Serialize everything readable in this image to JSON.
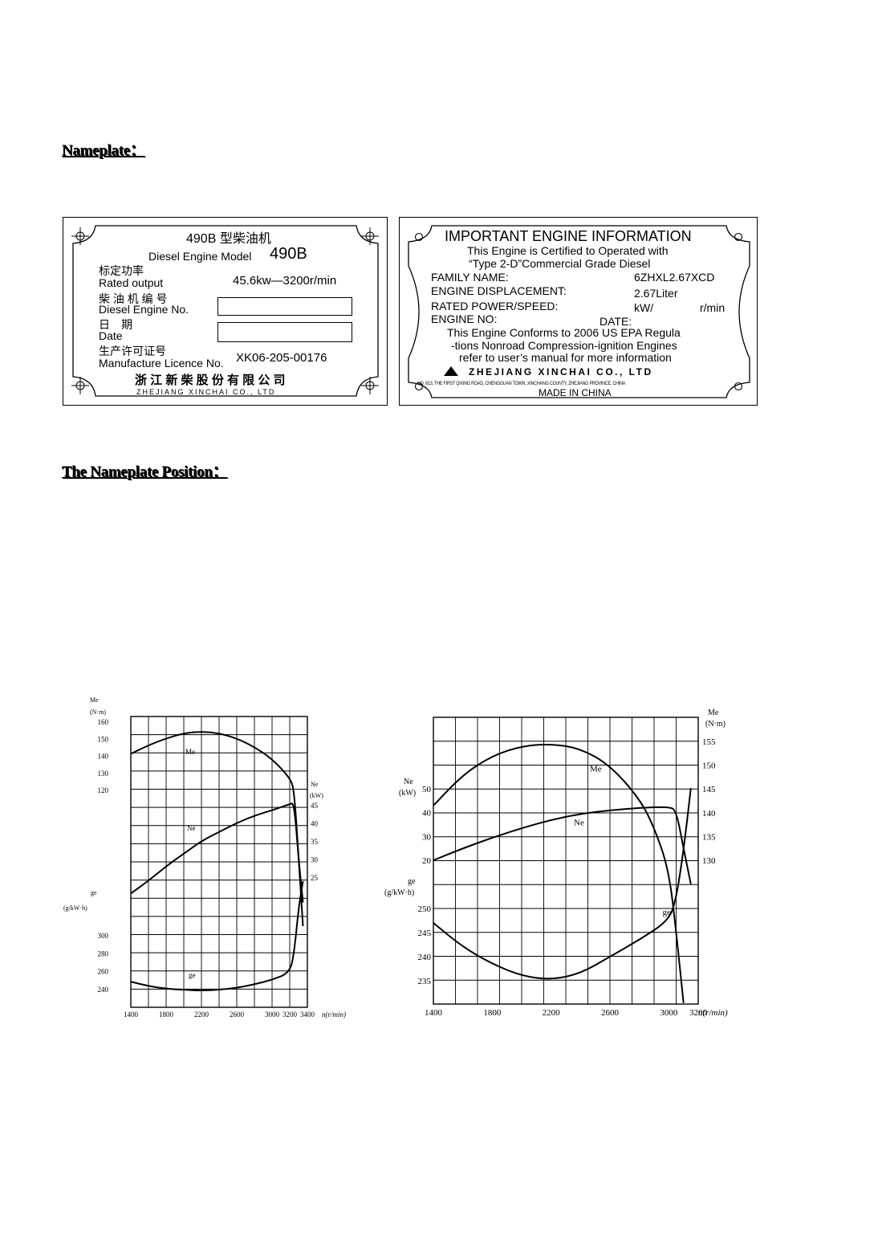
{
  "headings": {
    "nameplate": "Nameplate：",
    "position": "The Nameplate Position："
  },
  "plate_left": {
    "title_cn": "490B 型柴油机",
    "model_label": "Diesel Engine Model",
    "model_value": "490B",
    "rated_cn": "标定功率",
    "rated_label": "Rated output",
    "rated_value": "45.6kw—3200r/min",
    "engine_no_cn": "柴 油 机 编 号",
    "engine_no_label": "Diesel Engine No.",
    "date_cn": "日　期",
    "date_label": "Date",
    "licence_cn": "生产许可证号",
    "licence_label": "Manufacture Licence  No.",
    "licence_value": "XK06-205-00176",
    "company_cn": "浙 江 新 柴 股 份 有 限 公 司",
    "company_en": "ZHEJIANG  XINCHAI  CO.,  LTD"
  },
  "plate_right": {
    "title": "IMPORTANT ENGINE INFORMATION",
    "line1": "This Engine is Certified to Operated with",
    "line2": "“Type 2-D”Commercial Grade Diesel",
    "family_label": "FAMILY  NAME:",
    "family_value": "6ZHXL2.67XCD",
    "disp_label": "ENGINE  DISPLACEMENT:",
    "disp_value": "2.67Liter",
    "power_label": "RATED POWER/SPEED:",
    "power_unit1": "kW/",
    "power_unit2": "r/min",
    "engine_no_label": "ENGINE NO:",
    "date_label": "DATE:",
    "epa1": "This Engine Conforms to 2006 US EPA Regula",
    "epa2": "-tions Nonroad Compression-ignition Engines",
    "epa3": "refer to user’s manual for more information",
    "company": "ZHEJIANG  XINCHAI  CO., LTD",
    "address": "NO. 613, THE FIRST QIXING ROAD, CHENGGUAN TOWN, XINCHANG COUNTY, ZHEJIANG PROVINCE, CHINA",
    "made_in": "MADE IN CHINA"
  },
  "chart_data": [
    {
      "type": "line",
      "x_label": "n(r/min)",
      "x_ticks": [
        1400,
        1800,
        2200,
        2600,
        3000,
        3200,
        3400
      ],
      "xlim": [
        1400,
        3400
      ],
      "axes": {
        "torque": {
          "label": "Me",
          "unit": "(N·m)",
          "ticks": [
            120,
            130,
            140,
            150,
            160
          ]
        },
        "power": {
          "label": "Ne",
          "unit": "(kW)",
          "ticks": [
            25,
            30,
            35,
            40,
            45
          ]
        },
        "fuel": {
          "label": "ge",
          "unit": "(g/kW·h)",
          "ticks": [
            240,
            260,
            280,
            300
          ]
        }
      },
      "series": [
        {
          "name": "Me",
          "x": [
            1400,
            1600,
            1800,
            2000,
            2200,
            2400,
            2600,
            2800,
            3000,
            3200,
            3250,
            3300,
            3350
          ],
          "y": [
            141,
            146,
            150,
            153,
            154,
            153,
            150,
            145,
            138,
            127,
            120,
            80,
            40
          ]
        },
        {
          "name": "Ne",
          "x": [
            1400,
            1600,
            1800,
            2000,
            2200,
            2400,
            2600,
            2800,
            3000,
            3200,
            3250,
            3300,
            3350
          ],
          "y": [
            20.5,
            24,
            28,
            31.5,
            35,
            37.5,
            40,
            42,
            43.5,
            45.2,
            45.5,
            30,
            18
          ]
        },
        {
          "name": "ge",
          "x": [
            1400,
            1600,
            1800,
            2000,
            2200,
            2400,
            2600,
            2800,
            3000,
            3200,
            3250,
            3300,
            3350
          ],
          "y": [
            248,
            243,
            240,
            239,
            238,
            239,
            241,
            245,
            250,
            258,
            280,
            330,
            360
          ]
        }
      ]
    },
    {
      "type": "line",
      "x_label": "n(r/min)",
      "x_ticks": [
        1400,
        1800,
        2200,
        2600,
        3000,
        3200
      ],
      "xlim": [
        1400,
        3200
      ],
      "axes": {
        "torque": {
          "label": "Me",
          "unit": "(N·m)",
          "ticks": [
            130,
            135,
            140,
            145,
            150,
            155
          ]
        },
        "power": {
          "label": "Ne",
          "unit": "(kW)",
          "ticks": [
            20,
            30,
            40,
            50
          ]
        },
        "fuel": {
          "label": "ge",
          "unit": "(g/kW·h)",
          "ticks": [
            235,
            240,
            245,
            250
          ]
        }
      },
      "series": [
        {
          "name": "Me",
          "x": [
            1400,
            1600,
            1800,
            2000,
            2200,
            2400,
            2600,
            2800,
            2900,
            3000,
            3050,
            3100
          ],
          "y": [
            141.5,
            148,
            152,
            154,
            154.5,
            153.5,
            150,
            143,
            137,
            128,
            115,
            100
          ]
        },
        {
          "name": "Ne",
          "x": [
            1400,
            1600,
            1800,
            2000,
            2200,
            2400,
            2600,
            2800,
            3000,
            3050,
            3100,
            3150
          ],
          "y": [
            20,
            25,
            29.5,
            33.5,
            37,
            39.5,
            41,
            42,
            42.5,
            41,
            25,
            10
          ]
        },
        {
          "name": "ge",
          "x": [
            1400,
            1600,
            1800,
            2000,
            2200,
            2400,
            2600,
            2800,
            3000,
            3050,
            3100,
            3150
          ],
          "y": [
            247,
            242,
            238.5,
            236,
            235.2,
            236.5,
            240,
            243.5,
            247.5,
            252,
            262,
            275
          ]
        }
      ]
    }
  ]
}
